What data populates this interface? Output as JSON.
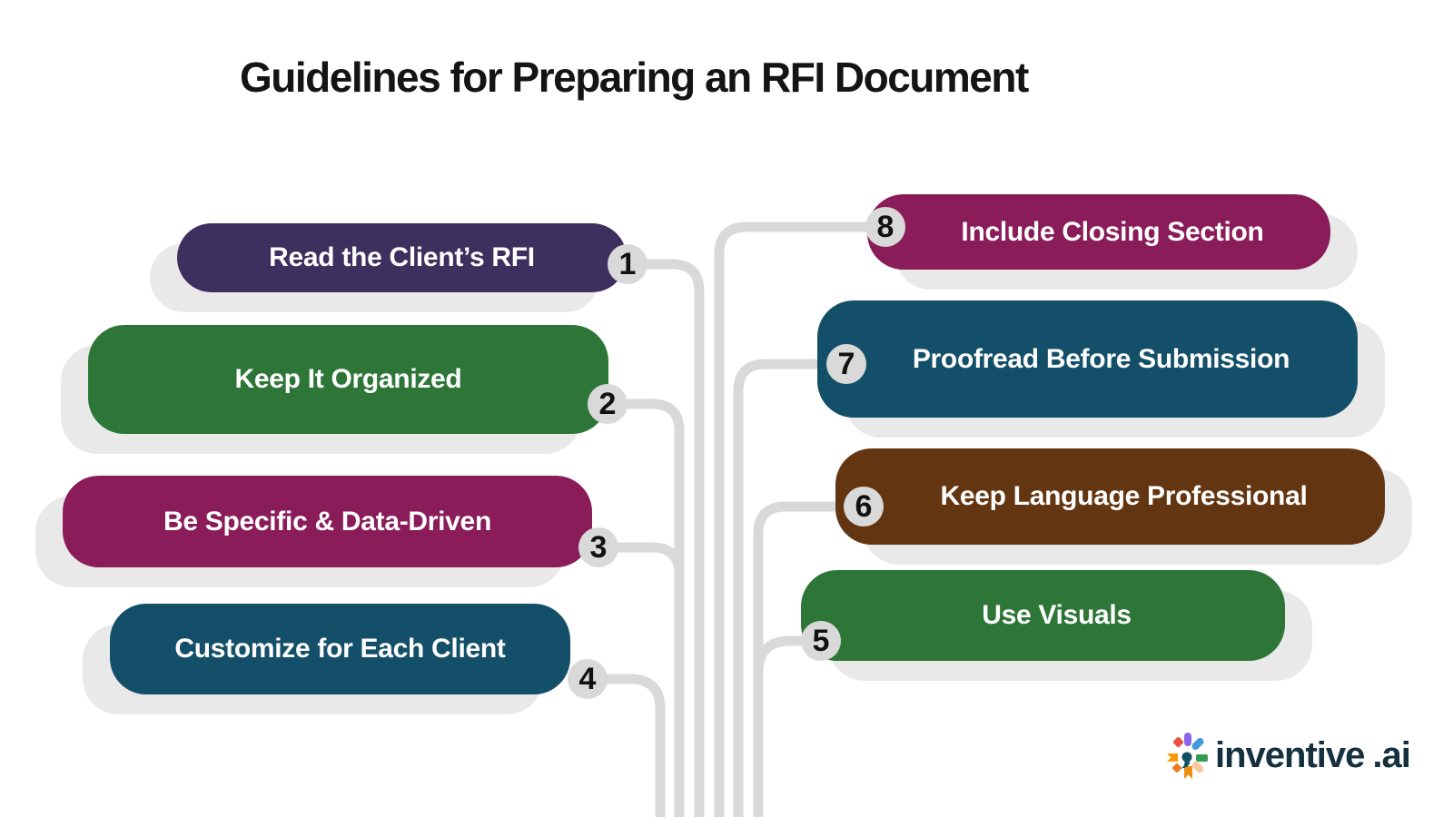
{
  "title": "Guidelines for Preparing an RFI Document",
  "items": [
    {
      "number": "1",
      "label": "Read the Client’s RFI",
      "color": "#3d2f5e"
    },
    {
      "number": "2",
      "label": "Keep It Organized",
      "color": "#2d7638"
    },
    {
      "number": "3",
      "label": "Be Specific & Data-Driven",
      "color": "#8a1c59"
    },
    {
      "number": "4",
      "label": "Customize for Each Client",
      "color": "#134f68"
    },
    {
      "number": "5",
      "label": "Use Visuals",
      "color": "#2d7638"
    },
    {
      "number": "6",
      "label": "Keep Language Professional",
      "color": "#643511"
    },
    {
      "number": "7",
      "label": "Proofread Before Submission",
      "color": "#134f68"
    },
    {
      "number": "8",
      "label": "Include Closing Section",
      "color": "#8a1c59"
    }
  ],
  "ui": {
    "title_color": "#141414",
    "pill_text_color": "#ffffff",
    "connector_color": "#d9d9d9",
    "number_circle_color": "#d9d9d9",
    "number_text_color": "#111111",
    "shadow_color": "#e9e9e9"
  },
  "logo": {
    "brand": "inventive",
    "suffix": ".ai",
    "text_color": "#15303e",
    "icon": "colorful-starburst"
  }
}
